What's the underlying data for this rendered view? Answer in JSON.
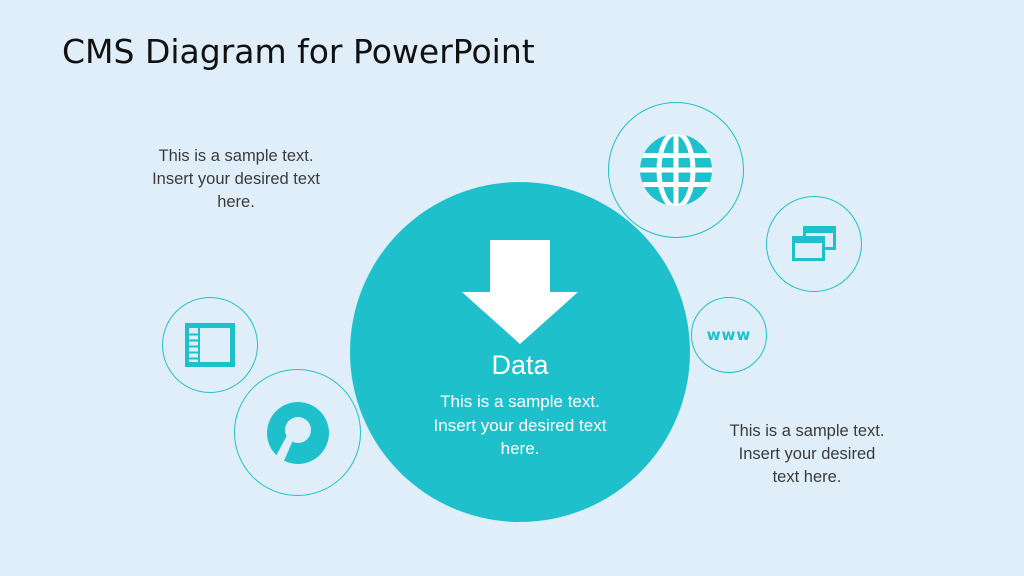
{
  "title": "CMS Diagram for PowerPoint",
  "left_note": {
    "lines": [
      "This is a sample text.",
      "Insert your desired text",
      "here."
    ]
  },
  "right_note": {
    "lines": [
      "This is a sample text.",
      "Insert your desired",
      "text here."
    ]
  },
  "hub": {
    "label": "Data",
    "lines": [
      "This is a sample text.",
      "Insert your desired text",
      "here."
    ],
    "icon": "arrow-down-icon"
  },
  "satellites": [
    {
      "icon": "globe-icon"
    },
    {
      "icon": "windows-icon"
    },
    {
      "icon": "www-icon",
      "text": "www"
    },
    {
      "icon": "list-icon"
    },
    {
      "icon": "ring-icon"
    }
  ],
  "colors": {
    "background": "#dfeef9",
    "accent": "#1ec1cb",
    "text": "#3b3b3b",
    "title": "#111111"
  }
}
